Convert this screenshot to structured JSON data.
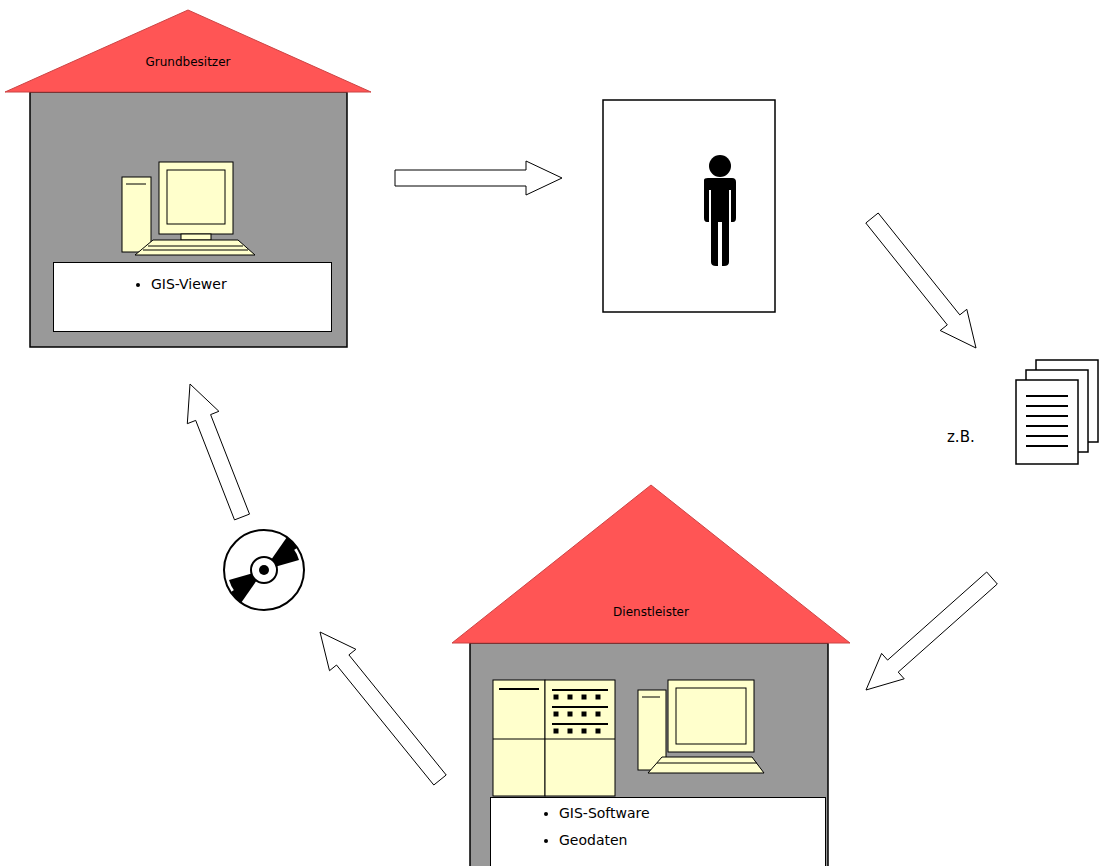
{
  "diagram": {
    "nodes": [
      {
        "text": [
          "Grundbesitzer"
        ]
      },
      {
        "text": [
          "GIS-Viewer"
        ],
        "in": 0
      },
      {
        "text": [
          "Dienstleister"
        ]
      },
      {
        "text": [
          "GIS-Software",
          "Geodaten"
        ],
        "in": 2
      }
    ],
    "labels": [
      "z.B."
    ]
  }
}
